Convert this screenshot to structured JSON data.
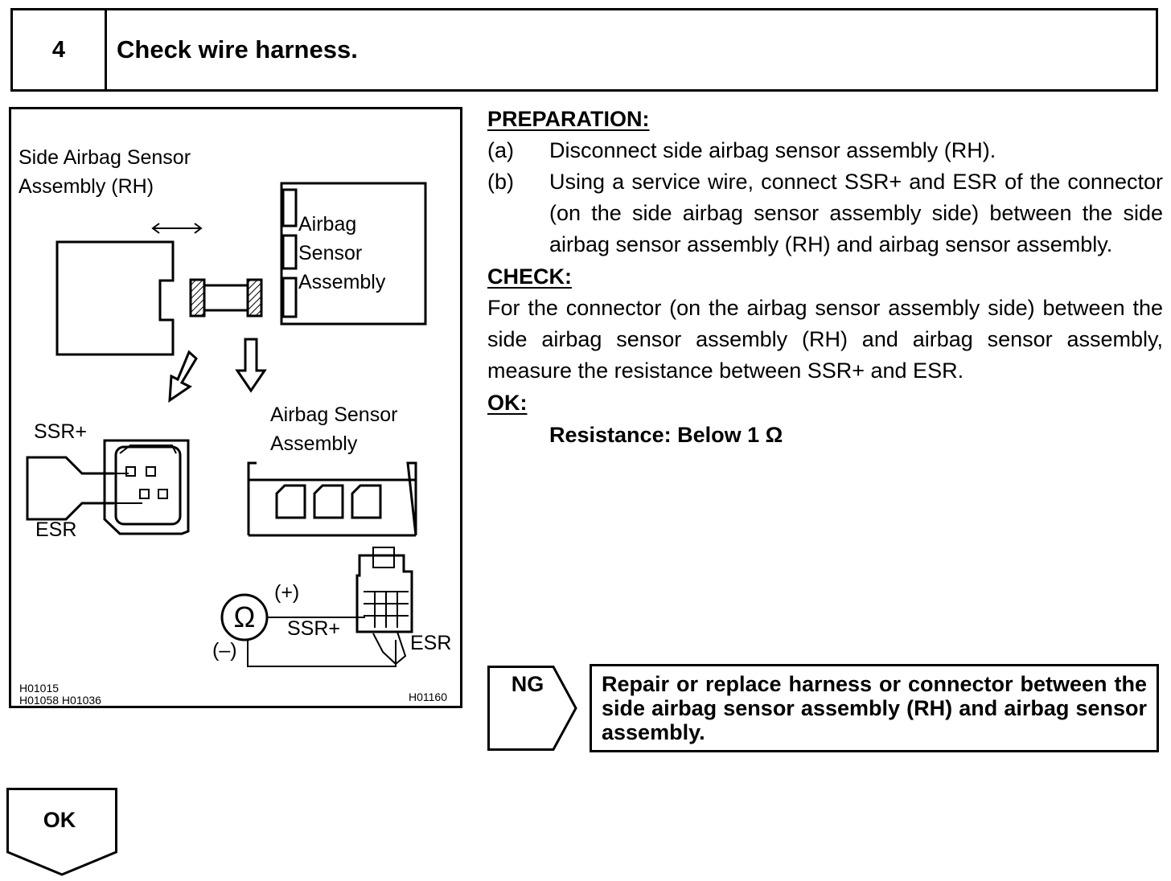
{
  "step": {
    "number": "4",
    "title": "Check wire harness."
  },
  "figure": {
    "side_sensor_label": [
      "Side Airbag Sensor",
      "Assembly (RH)"
    ],
    "airbag_sensor_inner_label": [
      "Airbag",
      "Sensor",
      "Assembly"
    ],
    "airbag_sensor_label": [
      "Airbag Sensor",
      "Assembly"
    ],
    "terminal_ssr": "SSR+",
    "terminal_esr": "ESR",
    "meter_plus": "(+)",
    "meter_minus": "(–)",
    "meter_symbol": "Ω",
    "codes_left": [
      "H01015",
      "H01058 H01036"
    ],
    "code_right": "H01160"
  },
  "preparation": {
    "heading": "PREPARATION:",
    "steps": [
      {
        "letter": "(a)",
        "text": "Disconnect side airbag sensor assembly (RH)."
      },
      {
        "letter": "(b)",
        "text": "Using a service wire, connect SSR+ and ESR of the connector (on the side airbag sensor assembly side) between the side airbag sensor assembly (RH) and airbag sensor assembly."
      }
    ]
  },
  "check": {
    "heading": "CHECK:",
    "text": "For the connector (on the airbag sensor assembly side) between the side airbag sensor assembly (RH) and airbag sensor assembly, measure the resistance between SSR+ and ESR."
  },
  "ok_spec": {
    "heading": "OK:",
    "text": "Resistance: Below 1 Ω"
  },
  "ng_result": {
    "label": "NG",
    "text": "Repair or replace harness or connector between the side airbag sensor assembly (RH) and airbag sensor assembly."
  },
  "ok_result": {
    "label": "OK"
  }
}
